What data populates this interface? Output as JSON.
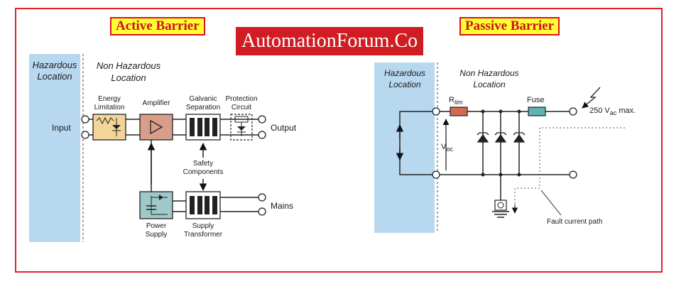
{
  "brand": {
    "text": "AutomationForum.Co"
  },
  "colors": {
    "frame": "#e0202a",
    "hazard_zone": "#b8d8f0",
    "title_bg": "#ffff33",
    "title_text": "#d0101a",
    "brand_bg": "#d01c22",
    "energy_block": "#f3d59a",
    "amplifier_block": "#d99e8a",
    "power_block": "#9fc8c8",
    "resistor": "#d06a55",
    "fuse": "#5fb3b3"
  },
  "active": {
    "title": "Active Barrier",
    "hazard_label": "Hazardous\nLocation",
    "nonhazard_label": "Non Hazardous\nLocation",
    "energy_label": "Energy\nLimitation",
    "amplifier_label": "Amplifier",
    "galvanic_label": "Galvanic\nSeparation",
    "protection_label": "Protection\nCircuit",
    "input_label": "Input",
    "output_label": "Output",
    "safety_label": "Safety\nComponents",
    "mains_label": "Mains",
    "power_label": "Power\nSupply",
    "transformer_label": "Supply\nTransformer"
  },
  "passive": {
    "title": "Passive Barrier",
    "hazard_label": "Hazardous\nLocation",
    "nonhazard_label": "Non Hazardous\nLocation",
    "rlim_main": "R",
    "rlim_sub": "lim",
    "fuse_label": "Fuse",
    "vac_main": "250 V",
    "vac_sub": "ac",
    "vac_suffix": " max.",
    "voc_main": "V",
    "voc_sub": "oc",
    "fault_label": "Fault current path"
  }
}
